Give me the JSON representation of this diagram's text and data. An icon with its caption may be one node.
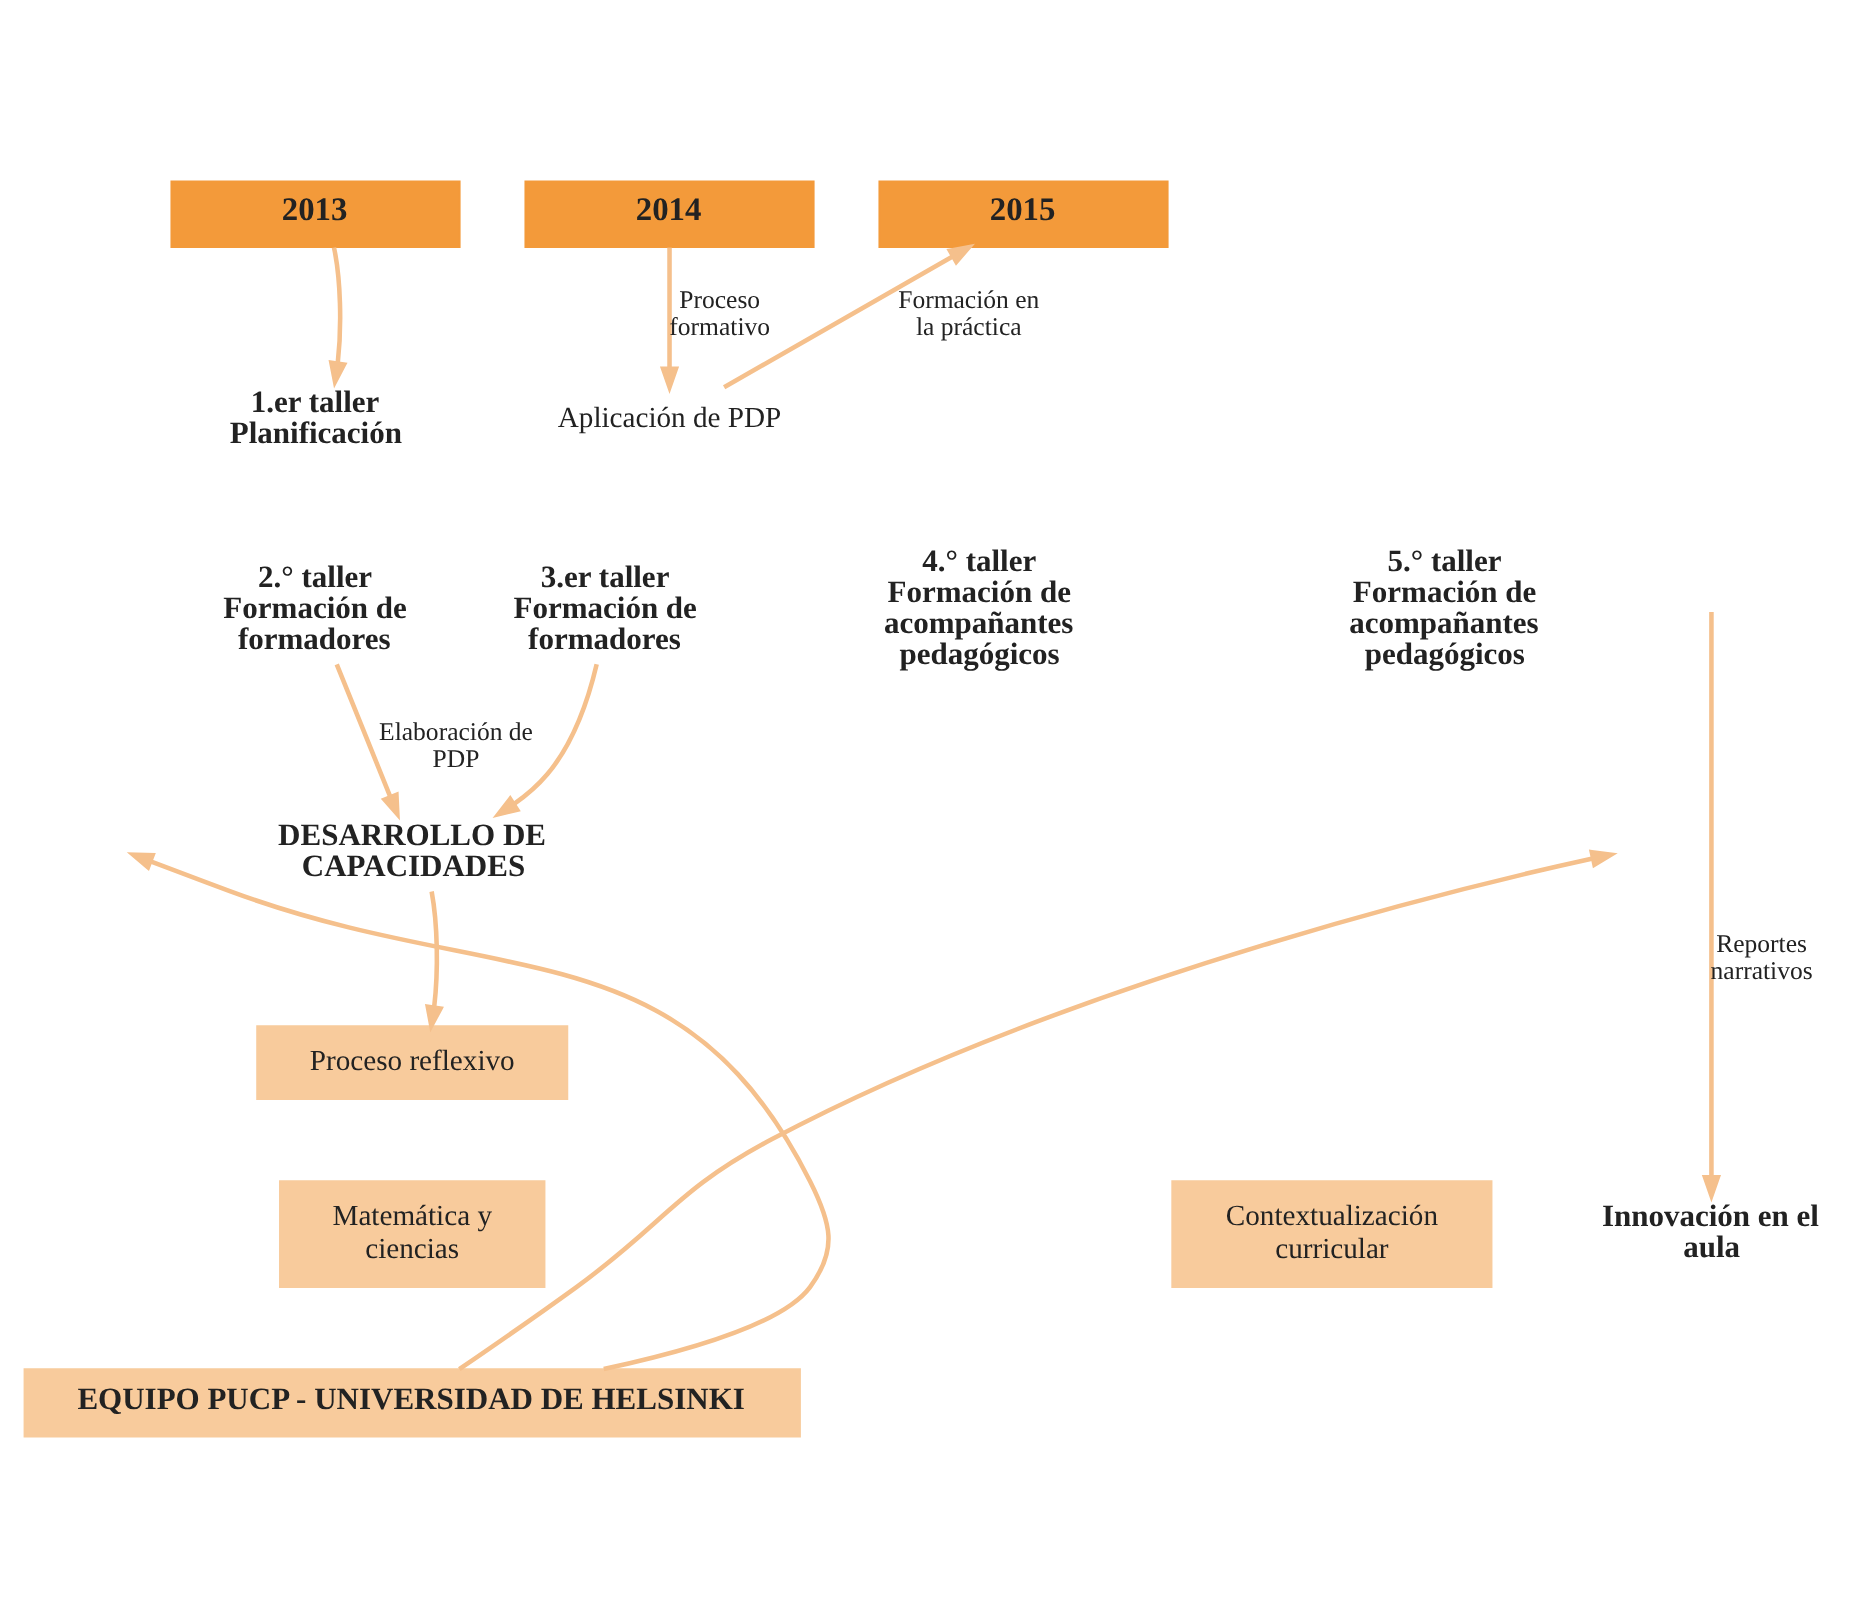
{
  "diagram": {
    "nodes": [
      {
        "text": [
          "2013"
        ]
      },
      {
        "text": [
          "2014"
        ]
      },
      {
        "text": [
          "2015"
        ]
      },
      {
        "text": [
          "1.er taller Planificación"
        ]
      },
      {
        "text": [
          "Aplicación de PDP"
        ]
      },
      {
        "text": [
          "2.° taller Formación de formadores"
        ]
      },
      {
        "text": [
          "3.er taller Formación de formadores"
        ]
      },
      {
        "text": [
          "4.° taller Formación de acompañantes pedagógicos"
        ]
      },
      {
        "text": [
          "5.° taller Formación de acompañantes pedagógicos"
        ]
      },
      {
        "text": [
          "DESARROLLO DE CAPACIDADES"
        ]
      },
      {
        "text": [
          "Proceso reflexivo"
        ]
      },
      {
        "text": [
          "Matemática y ciencias"
        ]
      },
      {
        "text": [
          "Contextualización curricular"
        ]
      },
      {
        "text": [
          "Innovación en el aula"
        ]
      },
      {
        "text": [
          "EQUIPO PUCP - UNIVERSIDAD DE HELSINKI"
        ]
      }
    ],
    "edges": [
      {
        "from": 0,
        "to": 3,
        "arrow": "to"
      },
      {
        "from": 1,
        "to": 4,
        "arrow": "to",
        "label": "Proceso formativo"
      },
      {
        "from": 4,
        "to": 2,
        "arrow": "to",
        "label": "Formación en la práctica"
      },
      {
        "from": null,
        "to": 13,
        "arrow": "to",
        "label": "Reportes narrativos"
      },
      {
        "from": 5,
        "to": 9,
        "arrow": "to",
        "label": "Elaboración de PDP"
      },
      {
        "from": 6,
        "to": 9,
        "arrow": "to"
      },
      {
        "from": 9,
        "to": 10,
        "arrow": "to"
      },
      {
        "from": 14,
        "to": null,
        "arrow": "to"
      },
      {
        "from": 14,
        "to": null,
        "arrow": "to"
      }
    ]
  }
}
